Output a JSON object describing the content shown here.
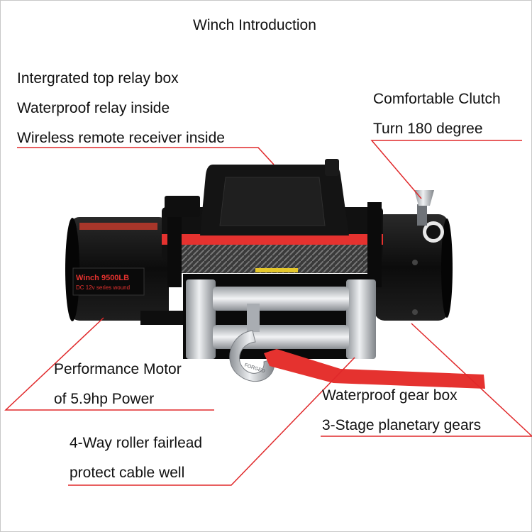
{
  "title": "Winch Introduction",
  "callouts": {
    "relay_line1": "Intergrated top relay box",
    "relay_line2": "Waterproof relay inside",
    "relay_line3": "Wireless remote receiver inside",
    "clutch_line1": "Comfortable Clutch",
    "clutch_line2": "Turn 180 degree",
    "motor_line1": "Performance Motor",
    "motor_line2": "of 5.9hp Power",
    "gear_line1": "Waterproof gear box",
    "gear_line2": "3-Stage planetary gears",
    "fairlead_line1": "4-Way roller fairlead",
    "fairlead_line2": "protect cable well"
  },
  "product_labels": {
    "model": "Winch  9500LB",
    "spec": "DC 12v series wound",
    "hook_stamp": "FORGED"
  },
  "colors": {
    "leader_line": "#e0282a",
    "accent_red": "#e5322f",
    "body": "#121212",
    "steel": "#b9bcc0"
  }
}
